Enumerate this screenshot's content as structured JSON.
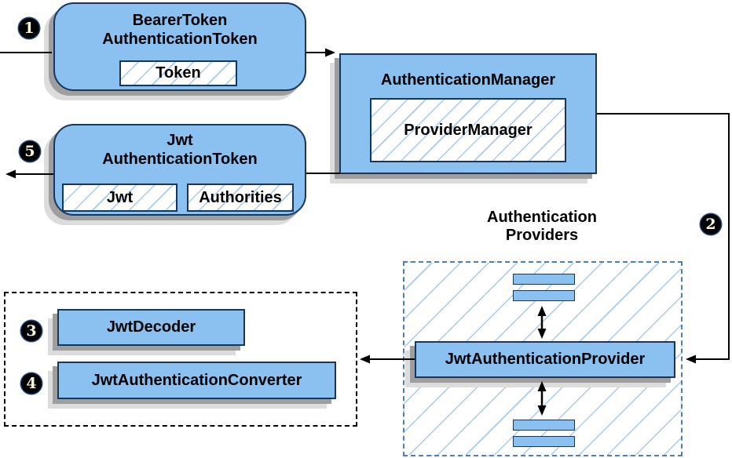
{
  "nodes": {
    "bearer_token": {
      "title_line1": "BearerToken",
      "title_line2": "AuthenticationToken",
      "token_field": "Token"
    },
    "auth_manager": {
      "title": "AuthenticationManager",
      "provider_manager": "ProviderManager"
    },
    "jwt_auth_token": {
      "title_line1": "Jwt",
      "title_line2": "AuthenticationToken",
      "jwt_field": "Jwt",
      "authorities_field": "Authorities"
    },
    "providers_group": {
      "label_line1": "Authentication",
      "label_line2": "Providers"
    },
    "jwt_auth_provider": {
      "title": "JwtAuthenticationProvider"
    },
    "jwt_decoder": {
      "title": "JwtDecoder"
    },
    "jwt_auth_converter": {
      "title": "JwtAuthenticationConverter"
    }
  },
  "steps": {
    "s1": "1",
    "s2": "2",
    "s3": "3",
    "s4": "4",
    "s5": "5"
  },
  "colors": {
    "node_fill": "#8BC1F0",
    "node_border": "#16365C",
    "hatch_line": "#A6CBEC",
    "providers_dash": "#4A7EBC",
    "decoders_dash": "#000000",
    "shadow_dark": "#9E9E9E",
    "shadow_light": "#DCDCDC",
    "badge_bg": "#000000",
    "badge_text": "#FFF6E0",
    "arrow_color": "#000000"
  }
}
